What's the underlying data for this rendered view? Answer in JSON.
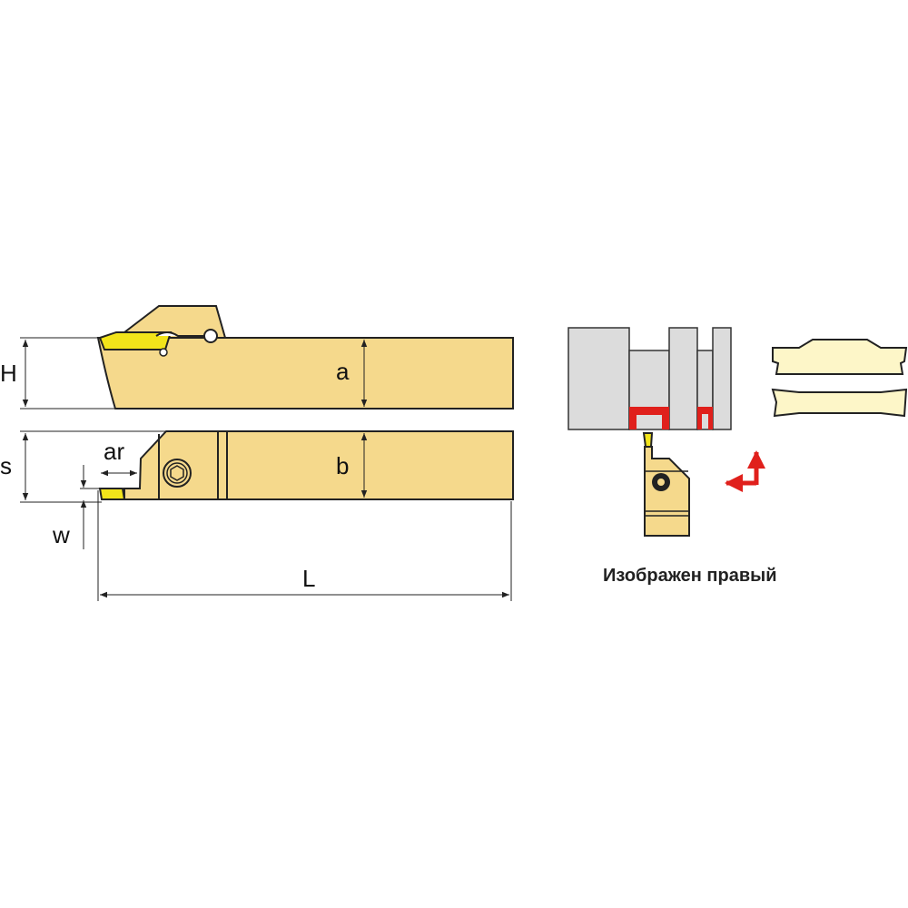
{
  "labels": {
    "H": "H",
    "a": "a",
    "s": "s",
    "b": "b",
    "ar": "ar",
    "w": "w",
    "L": "L"
  },
  "caption": "Изображен правый",
  "colors": {
    "body": "#f5d98c",
    "insert": "#f2e41a",
    "workpiece": "#dcdcdc",
    "groove": "#e0201c",
    "blank": "#fdf6c8"
  }
}
